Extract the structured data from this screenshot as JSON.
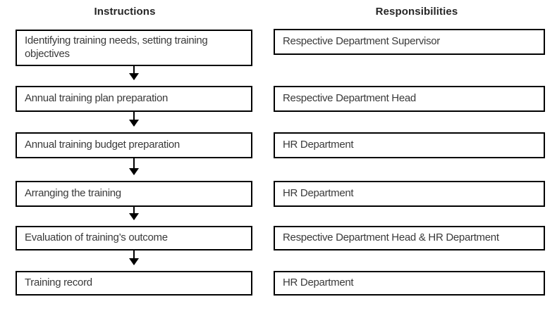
{
  "diagram": {
    "left_header": "Instructions",
    "right_header": "Responsibilities",
    "rows": [
      {
        "instruction": "Identifying training needs, setting training objectives",
        "responsibility": "Respective Department Supervisor"
      },
      {
        "instruction": "Annual training plan preparation",
        "responsibility": "Respective Department Head"
      },
      {
        "instruction": "Annual training budget preparation",
        "responsibility": "HR Department"
      },
      {
        "instruction": "Arranging the training",
        "responsibility": "HR Department"
      },
      {
        "instruction": "Evaluation of training’s outcome",
        "responsibility": "Respective Department Head & HR Department"
      },
      {
        "instruction": "Training record",
        "responsibility": "HR Department"
      }
    ],
    "colors": {
      "border": "#000000",
      "box_text": "#3a3a3a",
      "header_text": "#262626",
      "background": "#ffffff"
    }
  }
}
